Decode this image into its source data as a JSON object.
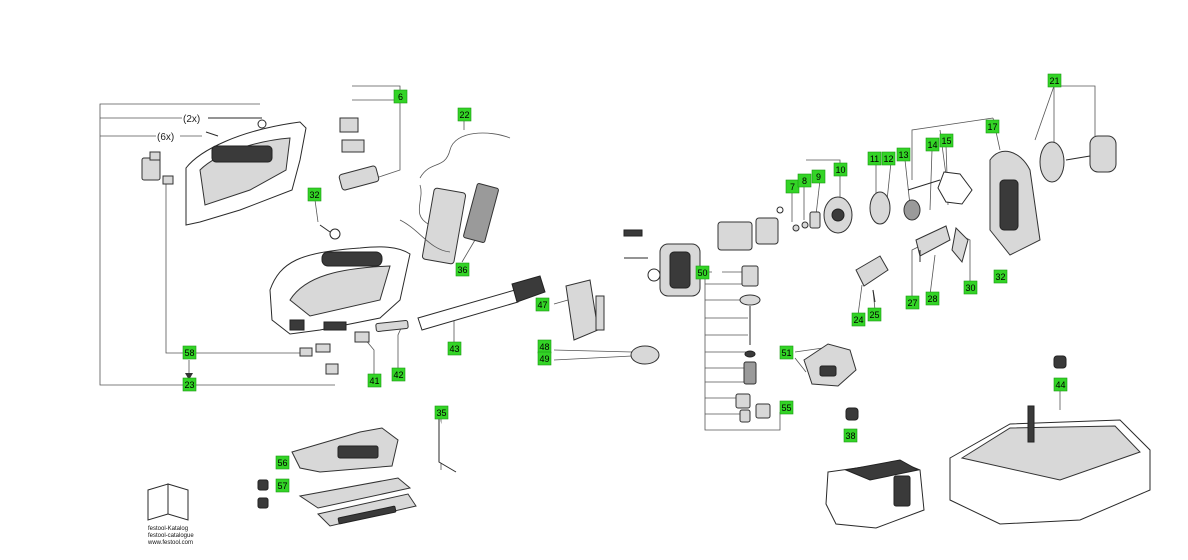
{
  "labels": [
    "6",
    "22",
    "21",
    "17",
    "32",
    "36",
    "11",
    "12",
    "13",
    "14",
    "15",
    "7",
    "8",
    "9",
    "10",
    "50",
    "32",
    "47",
    "43",
    "48",
    "49",
    "27",
    "28",
    "30",
    "24",
    "25",
    "51",
    "41",
    "42",
    "58",
    "23",
    "55",
    "35",
    "38",
    "44",
    "56",
    "57"
  ],
  "multipliers": {
    "two_x": "(2x)",
    "six_x": "(6x)"
  },
  "catalog": {
    "line1": "festool-Katalog",
    "line2": "festool-catalogue",
    "line3": "www.festool.com"
  },
  "colors": {
    "label_fill": "#33d426",
    "line": "#555555"
  }
}
